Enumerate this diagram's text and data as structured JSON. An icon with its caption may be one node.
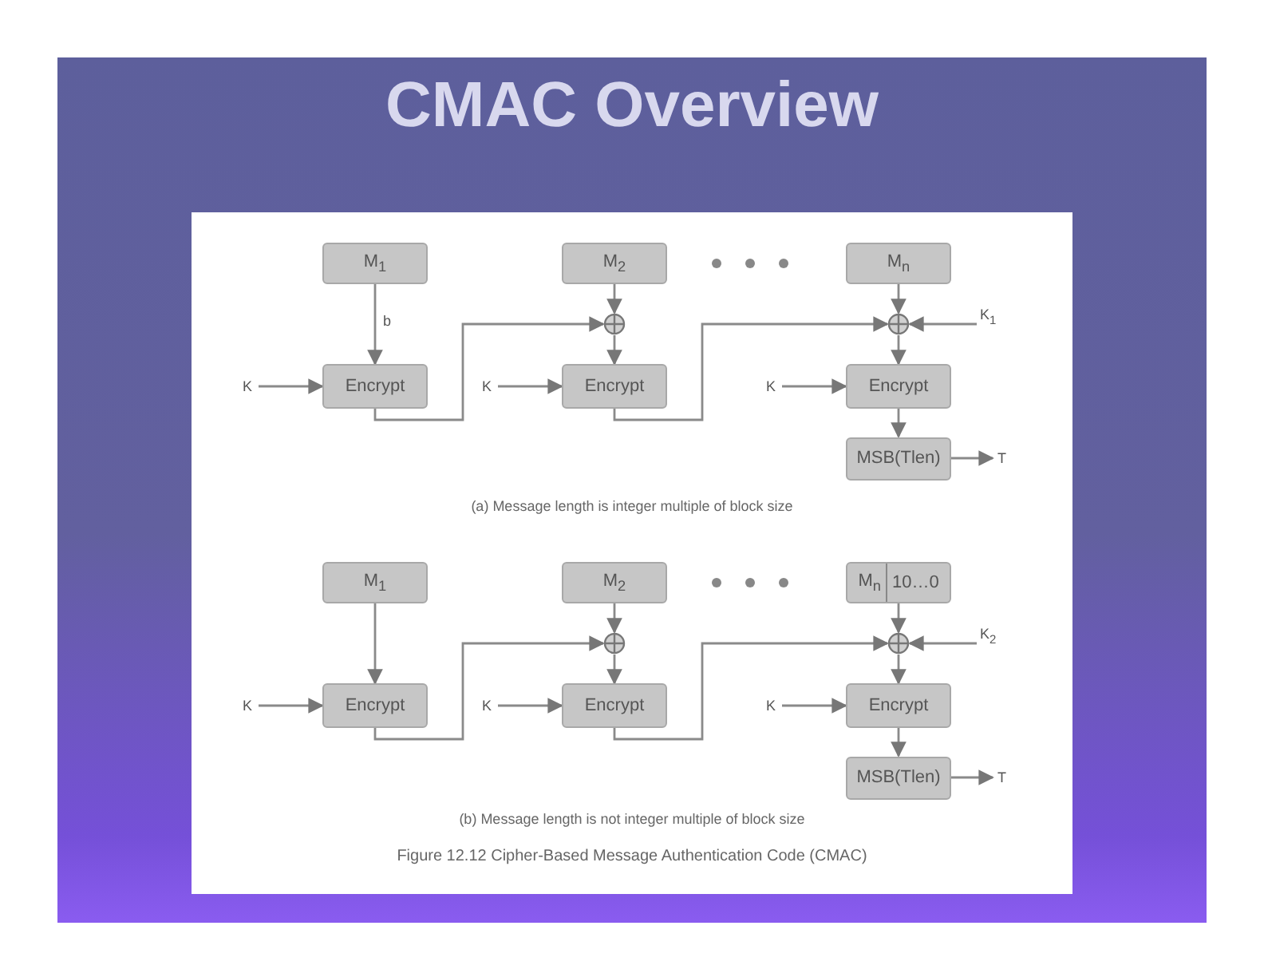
{
  "diagram": {
    "title": "CMAC Overview",
    "caption": "Figure 12.12 Cipher-Based Message Authentication Code (CMAC)",
    "nodes": [
      {
        "text": [
          "M$_{1}$"
        ]
      },
      {
        "text": [
          "M$_{2}$"
        ]
      },
      {
        "text": [
          "M$_{n}$"
        ]
      },
      {
        "text": [],
        "shape": "circle"
      },
      {
        "text": [],
        "shape": "circle"
      },
      {
        "text": [
          "Encrypt"
        ]
      },
      {
        "text": [
          "Encrypt"
        ]
      },
      {
        "text": [
          "Encrypt"
        ]
      },
      {
        "text": [
          "MSB(Tlen)"
        ]
      },
      {
        "text": [
          "M$_{1}$"
        ]
      },
      {
        "text": [
          "M$_{2}$"
        ]
      },
      {
        "text": [
          "M$_{n}$",
          "10…0"
        ]
      },
      {
        "text": [],
        "shape": "circle"
      },
      {
        "text": [],
        "shape": "circle"
      },
      {
        "text": [
          "Encrypt"
        ]
      },
      {
        "text": [
          "Encrypt"
        ]
      },
      {
        "text": [
          "Encrypt"
        ]
      },
      {
        "text": [
          "MSB(Tlen)"
        ]
      }
    ],
    "edges": [
      {
        "from": 0,
        "to": 5,
        "arrow": "to",
        "label": "b"
      },
      {
        "from": null,
        "to": 5,
        "arrow": "to",
        "label": "K"
      },
      {
        "from": 5,
        "to": 3,
        "arrow": "to"
      },
      {
        "from": 1,
        "to": 3,
        "arrow": "to"
      },
      {
        "from": 3,
        "to": 6,
        "arrow": "to"
      },
      {
        "from": null,
        "to": 6,
        "arrow": "to",
        "label": "K"
      },
      {
        "from": 6,
        "to": 4,
        "arrow": "to"
      },
      {
        "from": 2,
        "to": 4,
        "arrow": "to"
      },
      {
        "from": null,
        "to": 4,
        "arrow": "to",
        "label": "K$_{1}$"
      },
      {
        "from": 4,
        "to": 7,
        "arrow": "to"
      },
      {
        "from": null,
        "to": 7,
        "arrow": "to",
        "label": "K"
      },
      {
        "from": 7,
        "to": 8,
        "arrow": "to"
      },
      {
        "from": 8,
        "to": null,
        "arrow": "to",
        "label": "T"
      },
      {
        "from": 9,
        "to": 14,
        "arrow": "to"
      },
      {
        "from": null,
        "to": 14,
        "arrow": "to",
        "label": "K"
      },
      {
        "from": 14,
        "to": 12,
        "arrow": "to"
      },
      {
        "from": 10,
        "to": 12,
        "arrow": "to"
      },
      {
        "from": 12,
        "to": 15,
        "arrow": "to"
      },
      {
        "from": null,
        "to": 15,
        "arrow": "to",
        "label": "K"
      },
      {
        "from": 15,
        "to": 13,
        "arrow": "to"
      },
      {
        "from": 11,
        "to": 13,
        "arrow": "to"
      },
      {
        "from": null,
        "to": 13,
        "arrow": "to",
        "label": "K$_{2}$"
      },
      {
        "from": 13,
        "to": 16,
        "arrow": "to"
      },
      {
        "from": null,
        "to": 16,
        "arrow": "to",
        "label": "K"
      },
      {
        "from": 16,
        "to": 17,
        "arrow": "to"
      },
      {
        "from": 17,
        "to": null,
        "arrow": "to",
        "label": "T"
      }
    ],
    "labels": [
      "(a) Message length is integer multiple of block size",
      "(b) Message length is not integer multiple of block size"
    ]
  }
}
